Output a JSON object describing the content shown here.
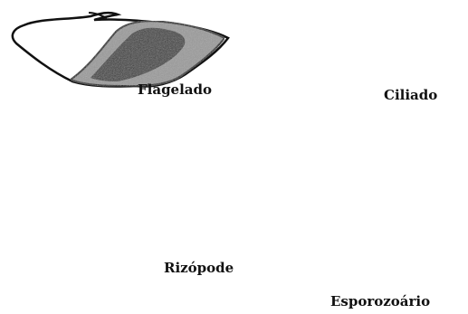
{
  "labels": {
    "flagelado": "Flagelado",
    "ciliado": "Ciliado",
    "rizopode": "Rizópode",
    "esporozoario": "Esporozoário"
  },
  "colors": {
    "outline": "#111111",
    "light_body": "#d8d8d8",
    "medium_body": "#9a9a9a",
    "dark_body": "#3a3a3a",
    "nucleus_black": "#101010",
    "nucleus_gray": "#7a7a7a",
    "vacuole": "#e9e9e9"
  }
}
